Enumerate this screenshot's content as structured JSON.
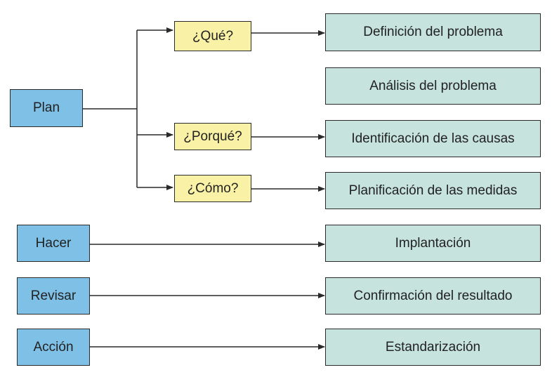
{
  "phases": {
    "plan": "Plan",
    "hacer": "Hacer",
    "revisar": "Revisar",
    "accion": "Acción"
  },
  "questions": {
    "que": "¿Qué?",
    "porque": "¿Porqué?",
    "como": "¿Cómo?"
  },
  "steps": {
    "definicion": "Definición del problema",
    "analisis": "Análisis del problema",
    "identificacion": "Identificación de las causas",
    "planificacion": "Planificación de las medidas",
    "implantacion": "Implantación",
    "confirmacion": "Confirmación del resultado",
    "estandarizacion": "Estandarización"
  },
  "colors": {
    "phase_fill": "#7ec0e6",
    "question_fill": "#f9f1a5",
    "step_fill": "#c6e3dd",
    "line": "#2a2a2a"
  }
}
